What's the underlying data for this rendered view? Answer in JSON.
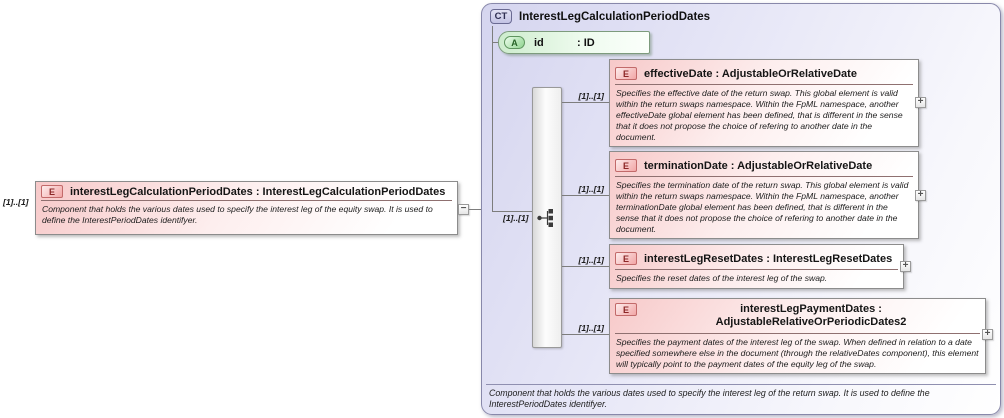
{
  "icons": {
    "collapse_glyph": "−",
    "expand_glyph": "+"
  },
  "colors": {
    "container_fill": "#d5d5ef",
    "container_border": "#8888aa",
    "element_fill": "#f7c9c9",
    "element_border": "#8c8c8c",
    "attribute_fill": "#cdeccd",
    "attribute_border": "#7d9b7d",
    "badge_e_color": "#8c2727",
    "badge_a_color": "#276327",
    "badge_ct_color": "#2d2d50"
  },
  "source": {
    "cardinality": "[1]..[1]",
    "badge": "E",
    "title": "interestLegCalculationPeriodDates : InterestLegCalculationPeriodDates",
    "description": "Component that holds the various dates used to specify the interest leg of the equity swap. It is used to define the InterestPeriodDates identifyer."
  },
  "complex_type": {
    "badge": "CT",
    "title": "InterestLegCalculationPeriodDates",
    "attribute": {
      "badge": "A",
      "name": "id",
      "type_label": ": ID"
    },
    "model_cardinality": "[1]..[1]",
    "elements": [
      {
        "badge": "E",
        "cardinality": "[1]..[1]",
        "title": "effectiveDate : AdjustableOrRelativeDate",
        "description": "Specifies the effective date of the return swap. This global element is valid within the return swaps namespace. Within the FpML namespace, another effectiveDate global element has been defined, that is different in the sense that it does not propose the choice of refering to another date in the document."
      },
      {
        "badge": "E",
        "cardinality": "[1]..[1]",
        "title": "terminationDate : AdjustableOrRelativeDate",
        "description": "Specifies the termination date of the return swap. This global element is valid within the return swaps namespace. Within the FpML namespace, another terminationDate global element has been defined, that is different in the sense that it does not propose the choice of refering to another date in the document."
      },
      {
        "badge": "E",
        "cardinality": "[1]..[1]",
        "title": "interestLegResetDates : InterestLegResetDates",
        "description": "Specifies the reset dates of the interest leg of the swap."
      },
      {
        "badge": "E",
        "cardinality": "[1]..[1]",
        "title": "interestLegPaymentDates : AdjustableRelativeOrPeriodicDates2",
        "description": "Specifies the payment dates of the interest leg of the swap. When defined in relation to a date specified somewhere else in the document (through the relativeDates component), this element will typically point to the payment dates of the equity leg of the swap."
      }
    ],
    "footer": "Component that holds the various dates used to specify the interest leg of the return swap. It is used to define the InterestPeriodDates identifyer."
  }
}
